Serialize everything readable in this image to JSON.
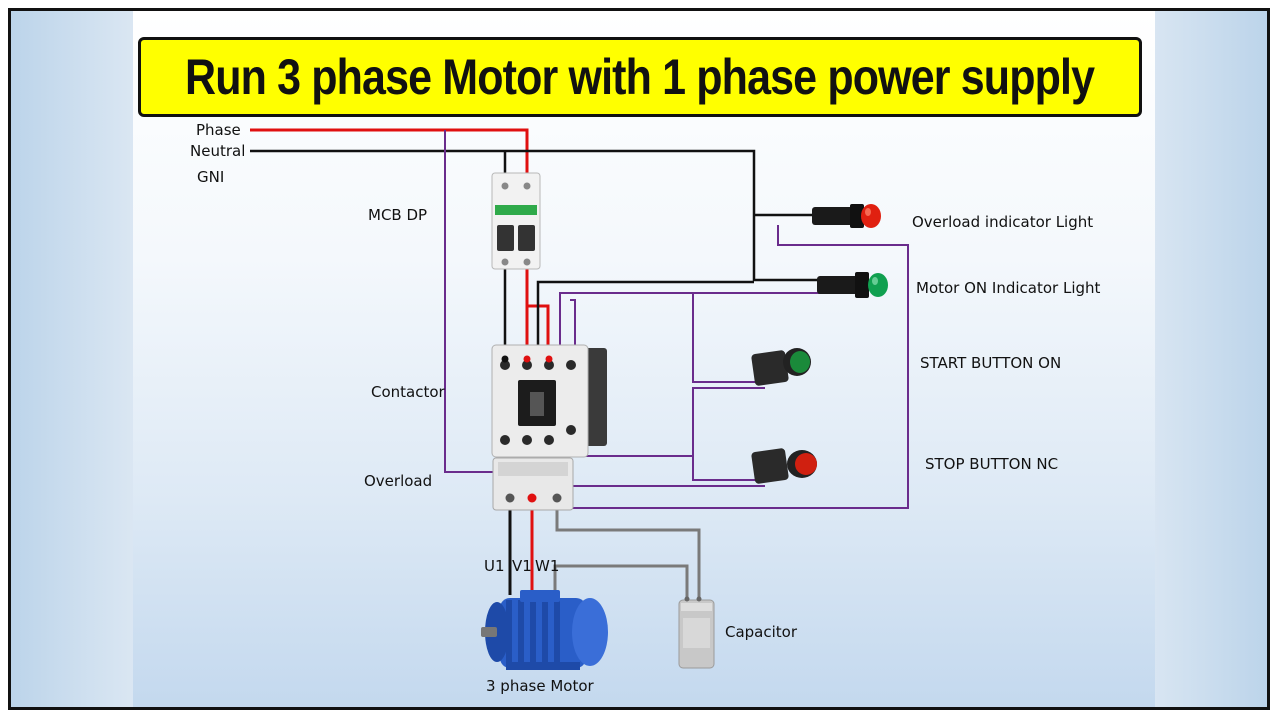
{
  "title": "Run 3 phase Motor with 1 phase power supply",
  "supply": {
    "phase_label": "Phase",
    "neutral_label": "Neutral",
    "ground_label": "GNI"
  },
  "components": {
    "mcb_label": "MCB DP",
    "contactor_label": "Contactor",
    "overload_label": "Overload",
    "overload_light_label": "Overload indicator Light",
    "motor_on_light_label": "Motor ON Indicator Light",
    "start_button_label": "START BUTTON ON",
    "stop_button_label": "STOP BUTTON NC",
    "capacitor_label": "Capacitor",
    "motor_label": "3 phase Motor"
  },
  "terminals": {
    "u1": "U1",
    "v1": "V1",
    "w1": "W1"
  },
  "colors": {
    "phase_wire": "#e01010",
    "neutral_wire": "#111111",
    "control_wire": "#6a2c8c",
    "capacitor_wire": "#7a7a7a",
    "banner": "#ffff00",
    "overload_light": "#e02010",
    "motor_on_light": "#10a050",
    "start_button": "#1a8a3a",
    "stop_button": "#d02010",
    "motor_body": "#2a5ec8"
  }
}
